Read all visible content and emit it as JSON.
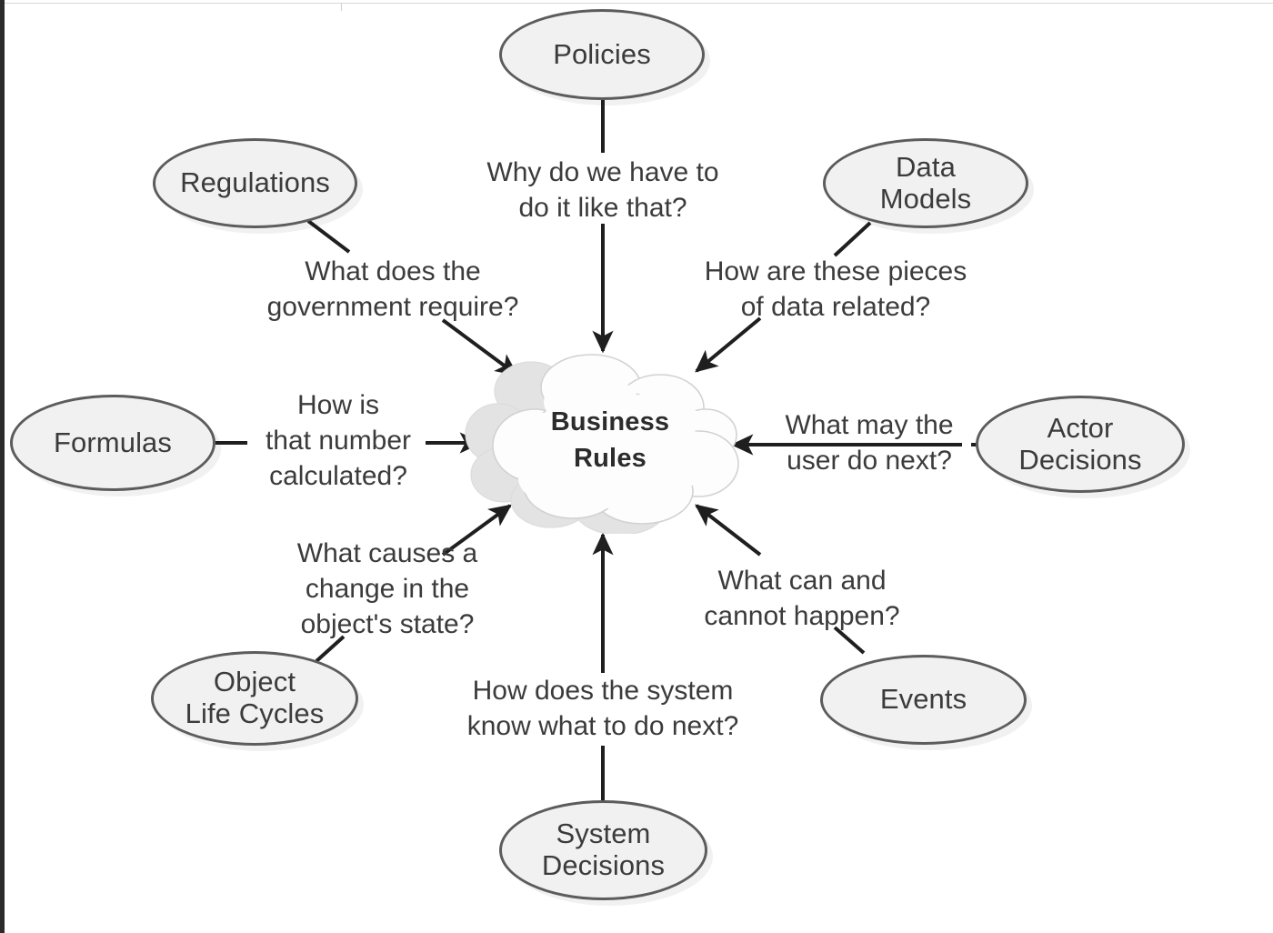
{
  "diagram": {
    "title": "Business Rules sources mind map",
    "center": {
      "name": "business-rules-cloud",
      "line1": "Business",
      "line2": "Rules"
    },
    "colors": {
      "node_fill": "#f1f1f1",
      "node_border": "#5a5c5e",
      "text": "#3b3b3b",
      "center_text": "#2c2c2c",
      "connector": "#1f1f1f",
      "page_background": "#ffffff",
      "edge_strip": "#2b2b2b"
    },
    "nodes": [
      {
        "id": "policies",
        "label": "Policies"
      },
      {
        "id": "regulations",
        "label": "Regulations"
      },
      {
        "id": "data-models",
        "label": "Data\nModels"
      },
      {
        "id": "formulas",
        "label": "Formulas"
      },
      {
        "id": "actor-decisions",
        "label": "Actor\nDecisions"
      },
      {
        "id": "object-life-cycles",
        "label": "Object\nLife Cycles"
      },
      {
        "id": "events",
        "label": "Events"
      },
      {
        "id": "system-decisions",
        "label": "System\nDecisions"
      }
    ],
    "questions": [
      {
        "id": "q-policies",
        "from": "policies",
        "text": "Why do we have to\ndo it like that?"
      },
      {
        "id": "q-regulations",
        "from": "regulations",
        "text": "What does the\ngovernment require?"
      },
      {
        "id": "q-data-models",
        "from": "data-models",
        "text": "How are these pieces\nof data related?"
      },
      {
        "id": "q-formulas",
        "from": "formulas",
        "text": "How is\nthat number\ncalculated?"
      },
      {
        "id": "q-actor-decisions",
        "from": "actor-decisions",
        "text": "What may the\nuser do next?"
      },
      {
        "id": "q-object-life-cycles",
        "from": "object-life-cycles",
        "text": "What causes a\nchange in the\nobject's state?"
      },
      {
        "id": "q-events",
        "from": "events",
        "text": "What can and\ncannot happen?"
      },
      {
        "id": "q-system-decisions",
        "from": "system-decisions",
        "text": "How does the system\nknow what to do next?"
      }
    ]
  }
}
